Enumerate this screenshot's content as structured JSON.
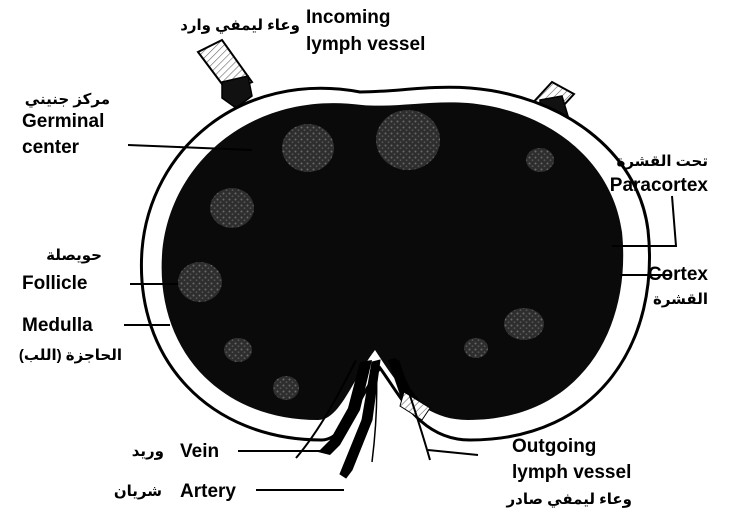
{
  "labels": {
    "incoming_ar": "وعاء ليمفي وارد",
    "incoming_en_line1": "Incoming",
    "incoming_en_line2": "lymph vessel",
    "germinal_ar": "مركز جنيني",
    "germinal_en_line1": "Germinal",
    "germinal_en_line2": "center",
    "paracortex_ar": "تحت القشرة",
    "paracortex_en": "Paracortex",
    "follicle_ar": "حويصلة",
    "follicle_en": "Follicle",
    "cortex_en": "Cortex",
    "cortex_ar": "القشرة",
    "medulla_en": "Medulla",
    "medulla_ar": "الحاجزة (اللب)",
    "vein_en": "Vein",
    "vein_ar": "وريد",
    "artery_en": "Artery",
    "artery_ar": "شريان",
    "outgoing_en_line1": "Outgoing",
    "outgoing_en_line2": "lymph vessel",
    "outgoing_ar": "وعاء ليمفي صادر"
  },
  "colors": {
    "node_fill": "#0a0a0a",
    "capsule_fill": "#ffffff",
    "germinal_fill": "#3a3a3a",
    "line": "#000000"
  }
}
